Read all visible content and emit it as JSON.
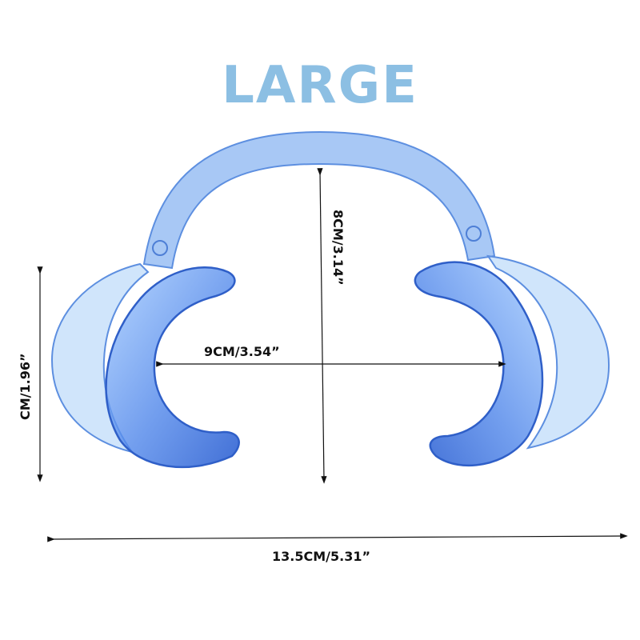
{
  "title": "LARGE",
  "colors": {
    "title": "#8cbfe3",
    "plastic": "#5a8fe6",
    "plastic_dark": "#2e5fc9",
    "dimension_line": "#111111"
  },
  "dimensions": {
    "height_arch": "8CM/3.14”",
    "inner_width": "9CM/3.54”",
    "cheek_height": "CM/1.96”",
    "total_width": "13.5CM/5.31”"
  }
}
